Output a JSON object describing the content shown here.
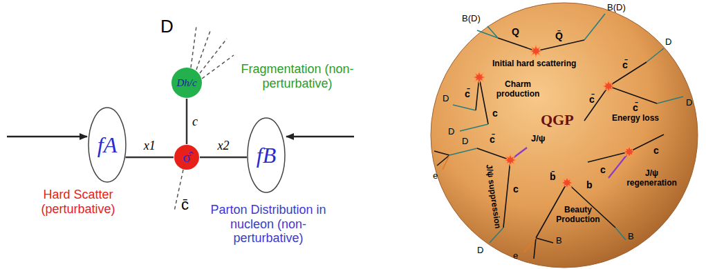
{
  "diagram": {
    "nodes": [
      {
        "text": [
          "Dh/c"
        ]
      },
      {
        "text": [
          "fA"
        ]
      },
      {
        "text": [
          "σ̂"
        ]
      },
      {
        "text": [
          "fB"
        ]
      },
      {
        "text": [
          "QGP"
        ]
      }
    ],
    "edges": [
      {
        "from": 1,
        "to": 2,
        "arrow": "none",
        "label": "x1"
      },
      {
        "from": 2,
        "to": 3,
        "arrow": "none",
        "label": "x2"
      },
      {
        "from": 2,
        "to": 0,
        "arrow": "none",
        "label": "c"
      }
    ],
    "labels": [
      "D",
      "Fragmentation (non-perturbative)",
      "c̄",
      "Hard Scatter (perturbative)",
      "Parton Distribution in nucleon (non-perturbative)",
      "B(D)",
      "Q",
      "Q̄",
      "Initial hard scattering",
      "B(D)",
      "D",
      "c̄",
      "c̄",
      "Charm production",
      "c̄",
      "D",
      "c",
      "D",
      "Energy loss",
      "c̄",
      "D",
      "c",
      "c",
      "J/ψ regeneration",
      "c̄",
      "D",
      "J/ψ",
      "J/ψ suppression",
      "c",
      "D",
      "e",
      "b̄",
      "b",
      "Beauty Production",
      "B",
      "e",
      "B"
    ]
  }
}
